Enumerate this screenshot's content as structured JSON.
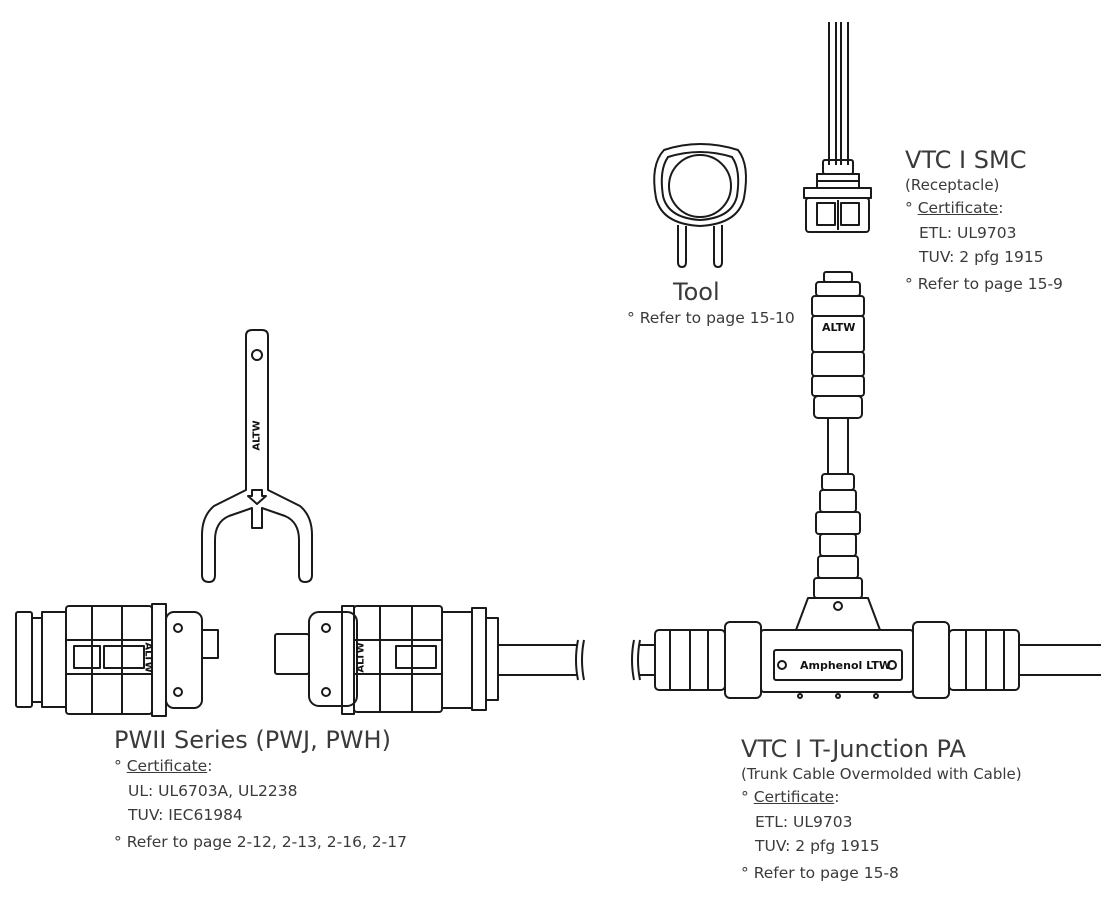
{
  "smc": {
    "title": "VTC I SMC",
    "subtitle": "(Receptacle)",
    "cert_label": "Certificate",
    "certs": [
      "ETL: UL9703",
      "TUV: 2 pfg 1915"
    ],
    "ref": "Refer to page 15-9"
  },
  "tool": {
    "title": "Tool",
    "ref": "Refer to page 15-10"
  },
  "pwii": {
    "title": "PWII Series (PWJ, PWH)",
    "cert_label": "Certificate",
    "certs": [
      "UL: UL6703A, UL2238",
      "TUV: IEC61984"
    ],
    "ref": "Refer to page 2-12, 2-13, 2-16, 2-17"
  },
  "tjunction": {
    "title": "VTC I T-Junction PA",
    "subtitle": "(Trunk Cable Overmolded with Cable)",
    "cert_label": "Certificate",
    "certs": [
      "ETL: UL9703",
      "TUV: 2 pfg 1915"
    ],
    "ref": "Refer to page 15-8"
  },
  "markings": {
    "altw": "ALTW",
    "amphenol": "Amphenol LTW"
  },
  "bullet": "°"
}
